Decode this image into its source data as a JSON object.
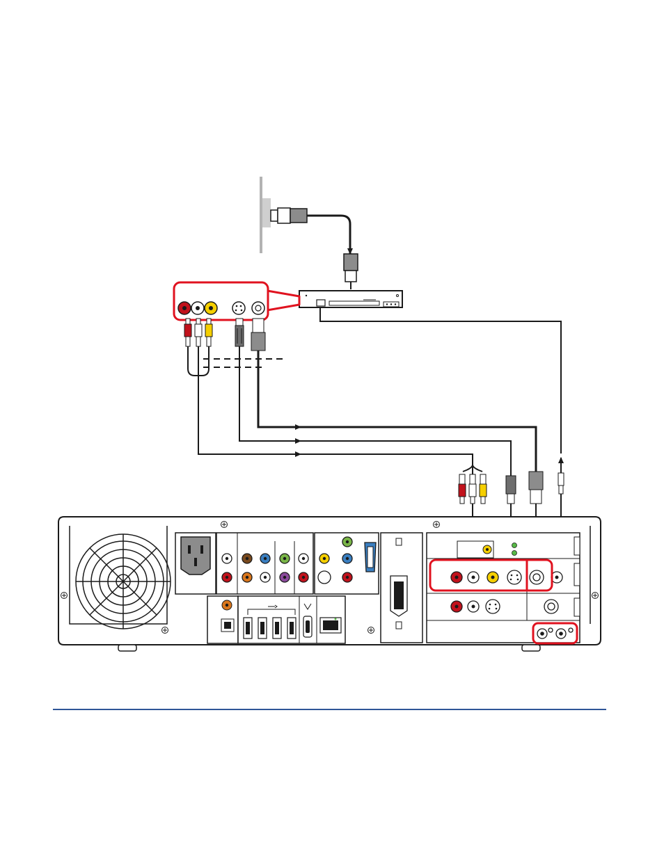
{
  "colors": {
    "line": "#1a1a1a",
    "highlight": "#e0121f",
    "wall": "#b3b3b3",
    "jack_red": "#c1121c",
    "jack_white": "#ffffff",
    "jack_yellow": "#f5cf00",
    "jack_orange": "#d9761c",
    "jack_blue": "#3a7fc1",
    "jack_green": "#7ab648",
    "jack_purple": "#8b4a9c",
    "jack_brown": "#7a4a1e",
    "led_green": "#57b947",
    "rule": "#2f5597"
  },
  "icons": [
    "wall-coax-outlet",
    "cable-box",
    "rca-cable-red-white-yellow",
    "s-video-cable",
    "coax-cable",
    "ir-blaster-cable",
    "pc-rear-panel",
    "fan-grille-icon",
    "power-inlet-icon",
    "usb-icon",
    "firewire-icon",
    "ethernet-port-icon",
    "vga-port-icon",
    "dvi-port-icon"
  ]
}
